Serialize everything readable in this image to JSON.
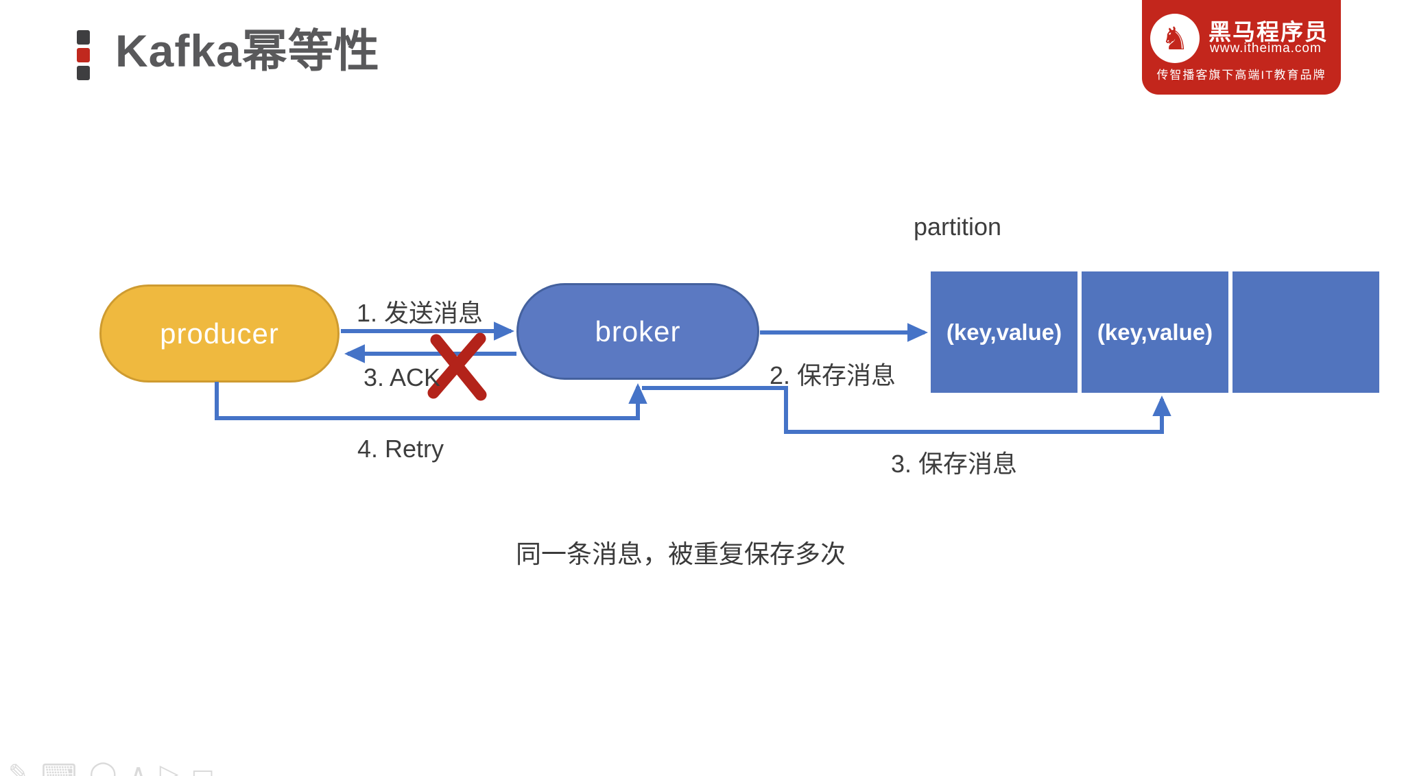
{
  "header": {
    "title": "Kafka幂等性"
  },
  "logo": {
    "brand": "黑马程序员",
    "url": "www.itheima.com",
    "tagline": "传智播客旗下高端IT教育品牌",
    "bg_color": "#C3261C",
    "horse_icon_glyph": "♞"
  },
  "diagram": {
    "producer_label": "producer",
    "broker_label": "broker",
    "partition_label": "partition",
    "cells": [
      "(key,value)",
      "(key,value)",
      ""
    ],
    "arrows": {
      "send": "1. 发送消息",
      "ack": "3. ACK",
      "save": "2. 保存消息",
      "retry": "4. Retry",
      "save_again": "3. 保存消息"
    },
    "colors": {
      "arrow_blue": "#4573C7",
      "broker_fill": "#5B79C2",
      "partition_fill": "#5174BE",
      "producer_fill": "#EFB93F",
      "producer_border": "#CE9B30",
      "cross_red": "#B3231A",
      "title_gray": "#59595B",
      "label_gray": "#3D3D3D"
    }
  },
  "caption": "同一条消息，被重复保存多次",
  "footer_toolbar": {
    "icons": [
      {
        "name": "pen",
        "glyph": "✎"
      },
      {
        "name": "keyboard",
        "glyph": "⌨"
      },
      {
        "name": "ellipse",
        "glyph": "◯"
      },
      {
        "name": "caret-up",
        "glyph": "∧"
      },
      {
        "name": "pointer",
        "glyph": "▷"
      },
      {
        "name": "rectangle",
        "glyph": "▭"
      }
    ]
  }
}
